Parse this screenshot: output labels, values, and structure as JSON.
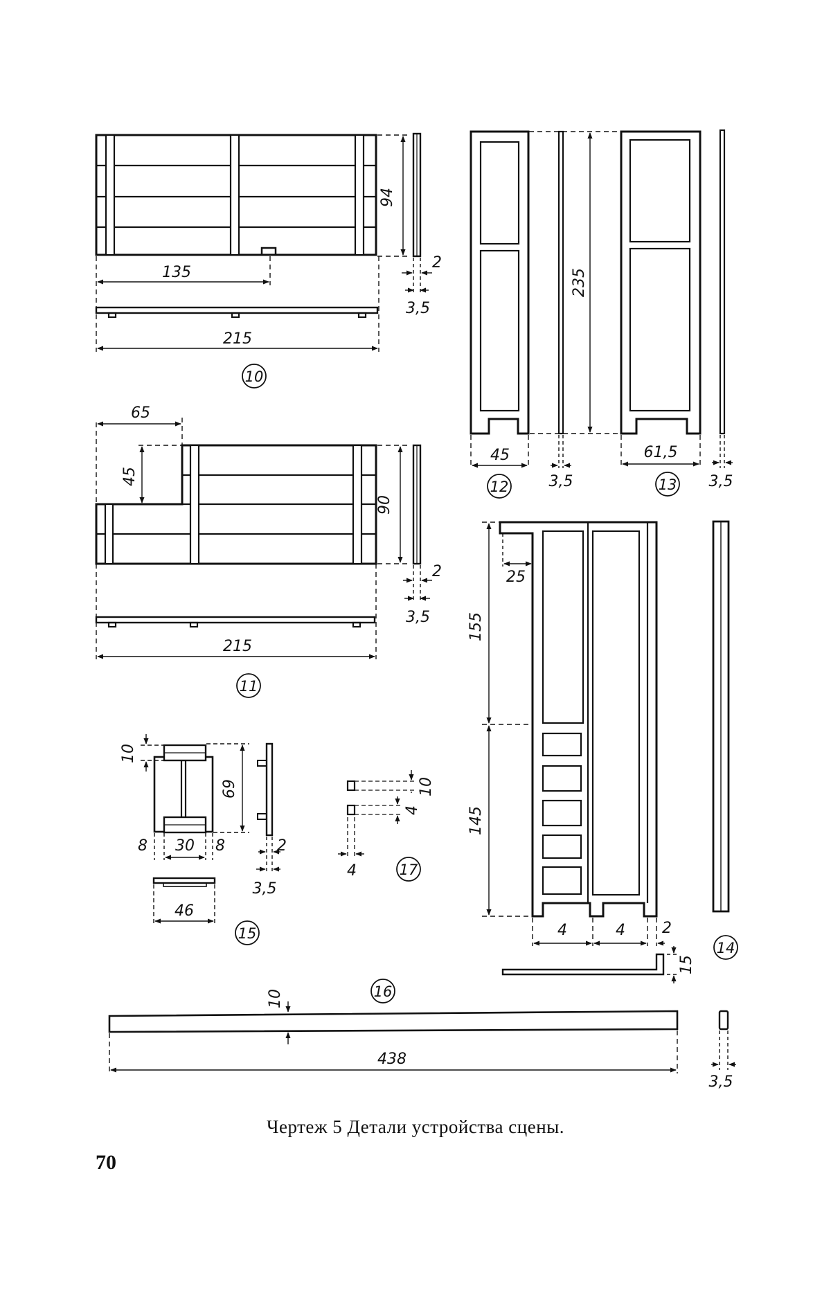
{
  "caption": "Чертеж 5  Детали устройства сцены.",
  "page_number": "70",
  "parts": [
    {
      "number": "10",
      "dimensions": {
        "height": "94",
        "notch_offset": "135",
        "length": "215",
        "board": "2",
        "thickness": "3,5"
      }
    },
    {
      "number": "11",
      "dimensions": {
        "cutout_width": "65",
        "cutout_height": "45",
        "height": "90",
        "length": "215",
        "board": "2",
        "thickness": "3,5"
      }
    },
    {
      "number": "12",
      "dimensions": {
        "height": "235",
        "width": "45",
        "thickness": "3,5"
      }
    },
    {
      "number": "13",
      "dimensions": {
        "width": "61,5",
        "thickness": "3,5"
      }
    },
    {
      "number": "14",
      "dimensions": {
        "top_section": "155",
        "bottom_section": "145",
        "offset": "25",
        "bay_left": "4",
        "bay_right": "4",
        "board": "2",
        "base_height": "15"
      }
    },
    {
      "number": "15",
      "dimensions": {
        "top": "10",
        "height": "69",
        "side_left": "8",
        "middle": "30",
        "side_right": "8",
        "board": "2",
        "thickness": "3,5",
        "base_length": "46"
      }
    },
    {
      "number": "16",
      "dimensions": {
        "height": "10",
        "length": "438",
        "thickness": "3,5"
      }
    },
    {
      "number": "17",
      "dimensions": {
        "height": "10",
        "gap": "4",
        "width": "4"
      }
    }
  ]
}
